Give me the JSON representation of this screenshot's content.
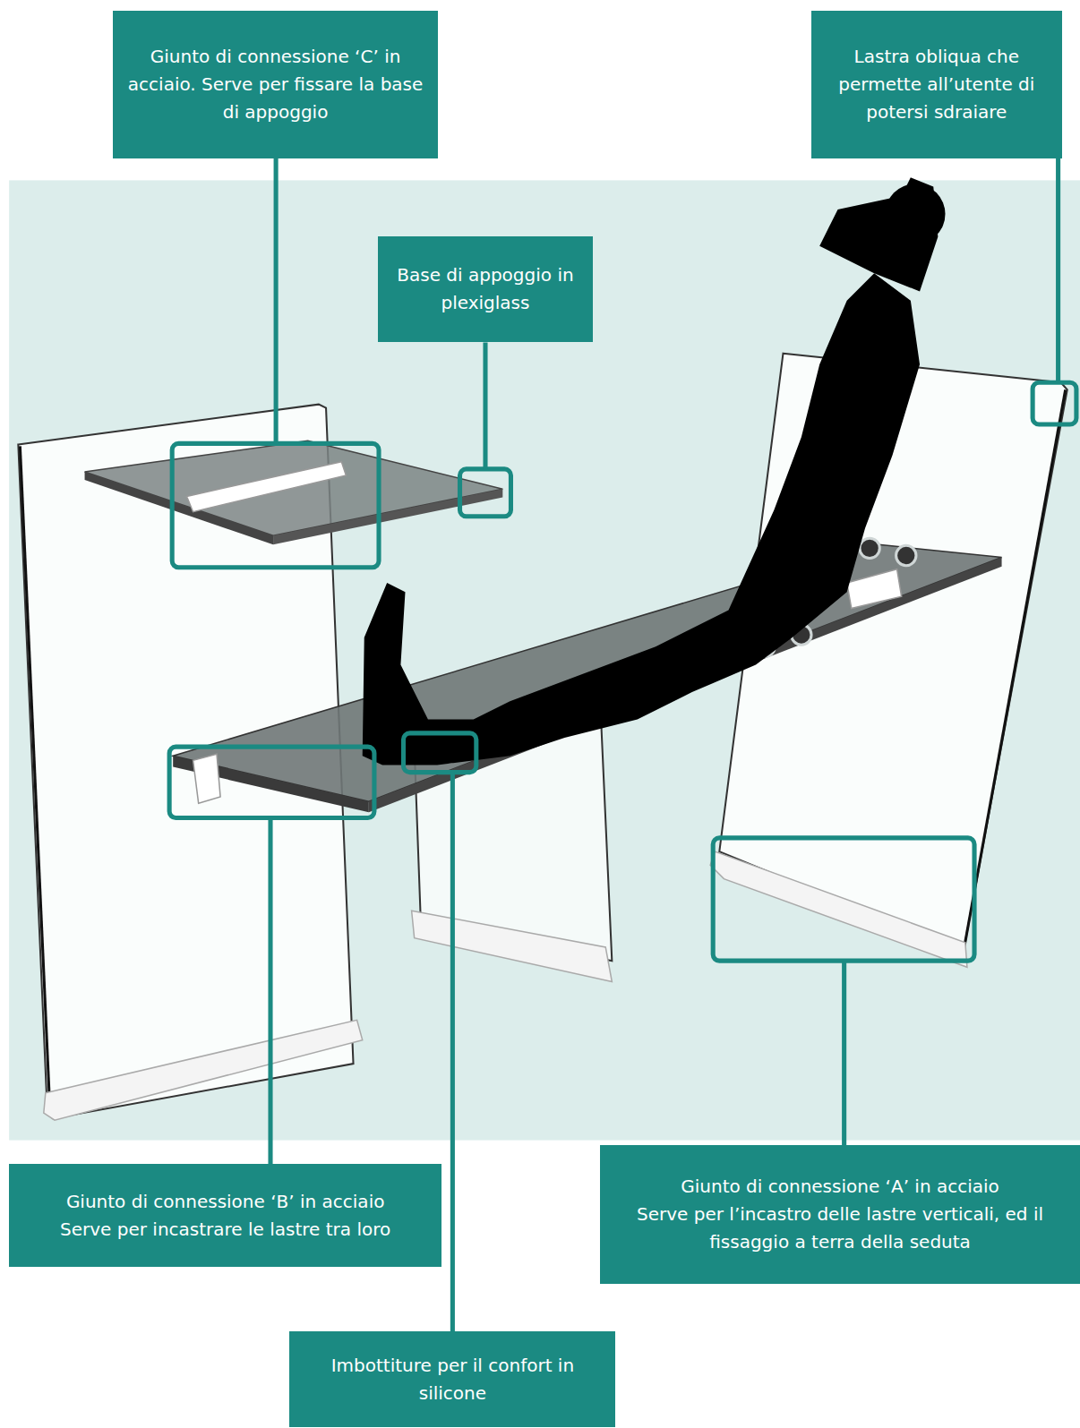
{
  "diagram": {
    "nodes": [
      {
        "text": [
          "Giunto di connessione ‘C’ in acciaio. Serve per fissare la base di appoggio"
        ]
      },
      {
        "text": [
          "Lastra obliqua che permette all’utente di potersi sdraiare"
        ]
      },
      {
        "text": [
          "Base di appoggio in plexiglass"
        ]
      },
      {
        "text": [
          "Giunto di connessione ‘B’ in acciaio",
          "Serve per incastrare le lastre tra loro"
        ]
      },
      {
        "text": [
          "Giunto di connessione ‘A’ in acciaio",
          "Serve per l’incastro delle lastre verticali, ed il fissaggio a terra della seduta"
        ]
      },
      {
        "text": [
          "Imbottiture per il confort in silicone"
        ]
      }
    ]
  }
}
